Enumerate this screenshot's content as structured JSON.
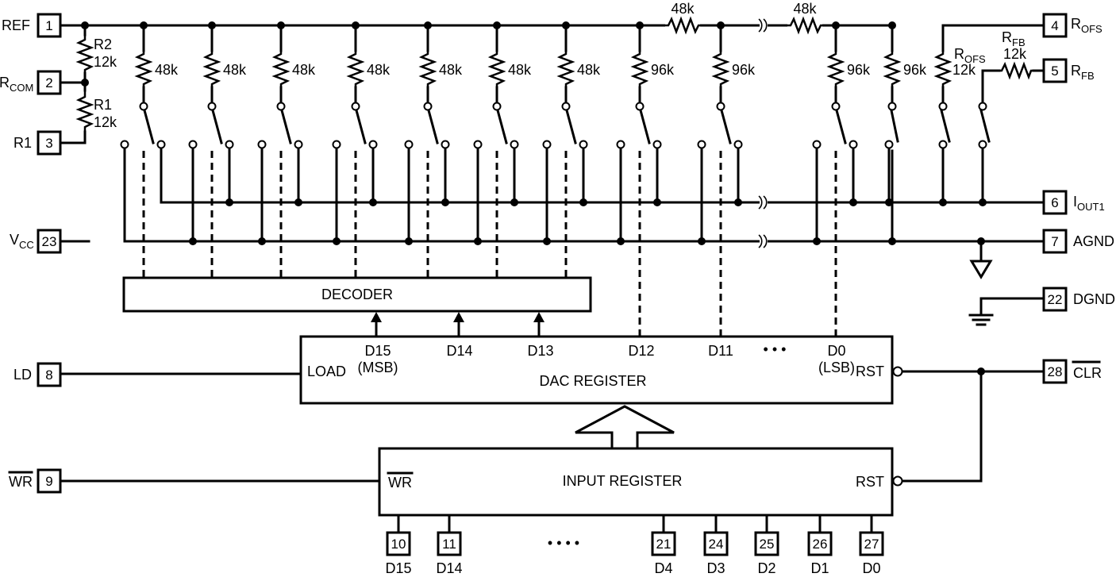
{
  "pins": {
    "ref": {
      "num": "1",
      "label": "REF"
    },
    "rcom": {
      "num": "2",
      "label": "R",
      "sub": "COM"
    },
    "r1": {
      "num": "3",
      "label": "R1"
    },
    "vcc": {
      "num": "23",
      "label": "V",
      "sub": "CC"
    },
    "ld": {
      "num": "8",
      "label": "LD"
    },
    "wr": {
      "num": "9",
      "label": "WR"
    },
    "rofs": {
      "num": "4",
      "label": "R",
      "sub": "OFS"
    },
    "rfb": {
      "num": "5",
      "label": "R",
      "sub": "FB"
    },
    "iout1": {
      "num": "6",
      "label": "I",
      "sub": "OUT1"
    },
    "agnd": {
      "num": "7",
      "label": "AGND"
    },
    "dgnd": {
      "num": "22",
      "label": "DGND"
    },
    "clr": {
      "num": "28",
      "label": "CLR"
    }
  },
  "data_pins": [
    {
      "num": "10",
      "label": "D15"
    },
    {
      "num": "11",
      "label": "D14"
    },
    {
      "num": "21",
      "label": "D4"
    },
    {
      "num": "24",
      "label": "D3"
    },
    {
      "num": "25",
      "label": "D2"
    },
    {
      "num": "26",
      "label": "D1"
    },
    {
      "num": "27",
      "label": "D0"
    }
  ],
  "resistors": {
    "r2": {
      "name": "R2",
      "value": "12k"
    },
    "r1": {
      "name": "R1",
      "value": "12k"
    },
    "rofs": {
      "name": "R",
      "sub": "OFS",
      "value": "12k"
    },
    "rfb": {
      "name": "R",
      "sub": "FB",
      "value": "12k"
    },
    "series": [
      "48k",
      "48k"
    ],
    "ladder": [
      "48k",
      "48k",
      "48k",
      "48k",
      "48k",
      "48k",
      "48k",
      "96k",
      "96k",
      "96k",
      "96k"
    ]
  },
  "blocks": {
    "decoder": "DECODER",
    "dac_register": "DAC REGISTER",
    "input_register": "INPUT REGISTER"
  },
  "dac_register": {
    "load": "LOAD",
    "rst": "RST",
    "d15": "D15",
    "msb": "(MSB)",
    "d14": "D14",
    "d13": "D13",
    "d12": "D12",
    "d11": "D11",
    "ellipsis": "• • •",
    "d0": "D0",
    "lsb": "(LSB)"
  },
  "input_register": {
    "wr": "WR",
    "rst": "RST",
    "ellipsis": "• • • •"
  },
  "symbols": [
    "ground-icon",
    "digital-ground-icon",
    "wire-break-icon",
    "bus-arrow-icon"
  ]
}
